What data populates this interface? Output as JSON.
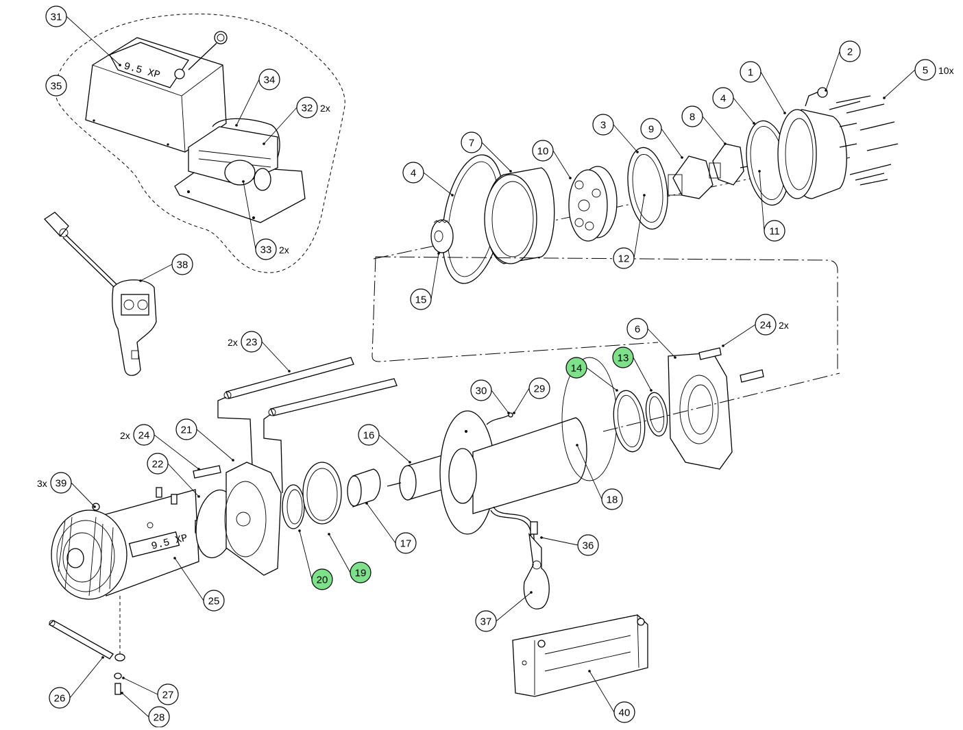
{
  "diagram": {
    "title": "",
    "type": "exploded-parts-view",
    "subject": "winch assembly",
    "highlight_color": "#7ee08a",
    "model_label_control_box": "9.5 XP",
    "model_label_motor": "9.5 XP",
    "callouts": [
      {
        "id": "1",
        "label": "1",
        "qty": "",
        "highlighted": false
      },
      {
        "id": "2",
        "label": "2",
        "qty": "",
        "highlighted": false
      },
      {
        "id": "3",
        "label": "3",
        "qty": "",
        "highlighted": false
      },
      {
        "id": "4a",
        "label": "4",
        "qty": "",
        "highlighted": false
      },
      {
        "id": "4b",
        "label": "4",
        "qty": "",
        "highlighted": false
      },
      {
        "id": "5",
        "label": "5",
        "qty": "10x",
        "highlighted": false
      },
      {
        "id": "6",
        "label": "6",
        "qty": "",
        "highlighted": false
      },
      {
        "id": "7",
        "label": "7",
        "qty": "",
        "highlighted": false
      },
      {
        "id": "8",
        "label": "8",
        "qty": "",
        "highlighted": false
      },
      {
        "id": "9",
        "label": "9",
        "qty": "",
        "highlighted": false
      },
      {
        "id": "10",
        "label": "10",
        "qty": "",
        "highlighted": false
      },
      {
        "id": "11",
        "label": "11",
        "qty": "",
        "highlighted": false
      },
      {
        "id": "12",
        "label": "12",
        "qty": "",
        "highlighted": false
      },
      {
        "id": "13",
        "label": "13",
        "qty": "",
        "highlighted": true
      },
      {
        "id": "14",
        "label": "14",
        "qty": "",
        "highlighted": true
      },
      {
        "id": "15",
        "label": "15",
        "qty": "",
        "highlighted": false
      },
      {
        "id": "16",
        "label": "16",
        "qty": "",
        "highlighted": false
      },
      {
        "id": "17",
        "label": "17",
        "qty": "",
        "highlighted": false
      },
      {
        "id": "18",
        "label": "18",
        "qty": "",
        "highlighted": false
      },
      {
        "id": "19",
        "label": "19",
        "qty": "",
        "highlighted": true
      },
      {
        "id": "20",
        "label": "20",
        "qty": "",
        "highlighted": true
      },
      {
        "id": "21",
        "label": "21",
        "qty": "",
        "highlighted": false
      },
      {
        "id": "22",
        "label": "22",
        "qty": "",
        "highlighted": false
      },
      {
        "id": "23",
        "label": "23",
        "qty": "2x",
        "highlighted": false
      },
      {
        "id": "24a",
        "label": "24",
        "qty": "2x",
        "highlighted": false
      },
      {
        "id": "24b",
        "label": "24",
        "qty": "2x",
        "highlighted": false
      },
      {
        "id": "25",
        "label": "25",
        "qty": "",
        "highlighted": false
      },
      {
        "id": "26",
        "label": "26",
        "qty": "",
        "highlighted": false
      },
      {
        "id": "27",
        "label": "27",
        "qty": "",
        "highlighted": false
      },
      {
        "id": "28",
        "label": "28",
        "qty": "",
        "highlighted": false
      },
      {
        "id": "29",
        "label": "29",
        "qty": "",
        "highlighted": false
      },
      {
        "id": "30",
        "label": "30",
        "qty": "",
        "highlighted": false
      },
      {
        "id": "31",
        "label": "31",
        "qty": "",
        "highlighted": false
      },
      {
        "id": "32",
        "label": "32",
        "qty": "2x",
        "highlighted": false
      },
      {
        "id": "33",
        "label": "33",
        "qty": "2x",
        "highlighted": false
      },
      {
        "id": "34",
        "label": "34",
        "qty": "",
        "highlighted": false
      },
      {
        "id": "35",
        "label": "35",
        "qty": "",
        "highlighted": false
      },
      {
        "id": "36",
        "label": "36",
        "qty": "",
        "highlighted": false
      },
      {
        "id": "37",
        "label": "37",
        "qty": "",
        "highlighted": false
      },
      {
        "id": "38",
        "label": "38",
        "qty": "",
        "highlighted": false
      },
      {
        "id": "39",
        "label": "39",
        "qty": "3x",
        "highlighted": false
      },
      {
        "id": "40",
        "label": "40",
        "qty": "",
        "highlighted": false
      }
    ]
  }
}
